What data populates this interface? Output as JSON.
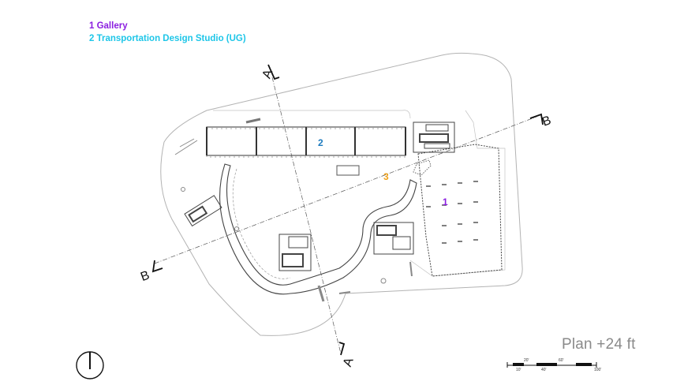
{
  "legend": {
    "item1": "1 Gallery",
    "item2": "2 Transportation Design Studio (UG)"
  },
  "labels": {
    "n1": "1",
    "n2": "2",
    "n3": "3"
  },
  "sections": {
    "a_top": "A",
    "a_bottom": "A",
    "b_left": "B",
    "b_right": "B"
  },
  "plan_title": "Plan +24 ft",
  "scale": {
    "t20": "20'",
    "t60": "60'",
    "b10": "10'",
    "b40": "40'",
    "b100": "100'"
  },
  "colors": {
    "gallery": "#8a1ee0",
    "studio": "#1ec6e8",
    "label2": "#1e7bbf",
    "label3": "#f0a21a"
  },
  "icons": {
    "north": "north-arrow-icon"
  }
}
